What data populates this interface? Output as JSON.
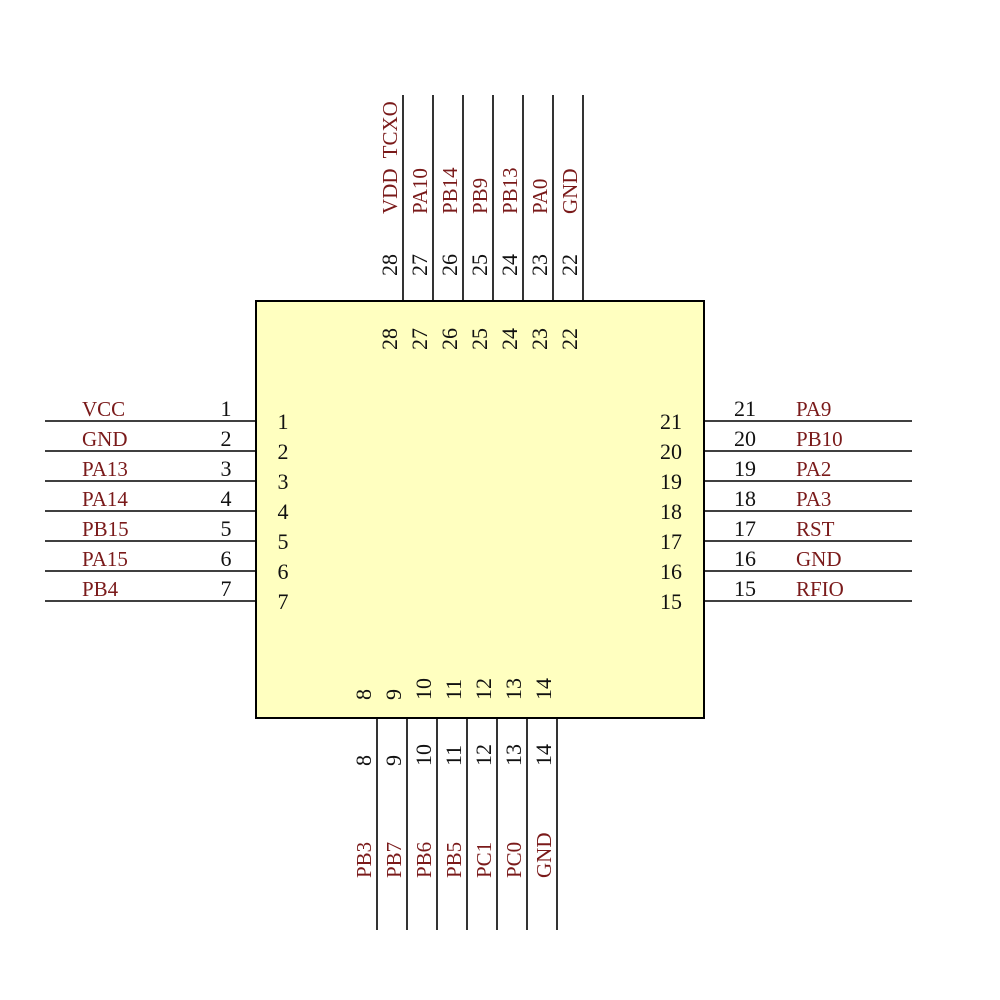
{
  "colors": {
    "body_fill": "#ffffc0",
    "outline": "#000000",
    "pin_label": "#7a1a1a",
    "pin_number": "#111111"
  },
  "chip": {
    "pins_left": [
      {
        "number": "1",
        "label": "VCC"
      },
      {
        "number": "2",
        "label": "GND"
      },
      {
        "number": "3",
        "label": "PA13"
      },
      {
        "number": "4",
        "label": "PA14"
      },
      {
        "number": "5",
        "label": "PB15"
      },
      {
        "number": "6",
        "label": "PA15"
      },
      {
        "number": "7",
        "label": "PB4"
      }
    ],
    "pins_bottom": [
      {
        "number": "8",
        "label": "PB3"
      },
      {
        "number": "9",
        "label": "PB7"
      },
      {
        "number": "10",
        "label": "PB6"
      },
      {
        "number": "11",
        "label": "PB5"
      },
      {
        "number": "12",
        "label": "PC1"
      },
      {
        "number": "13",
        "label": "PC0"
      },
      {
        "number": "14",
        "label": "GND"
      }
    ],
    "pins_right": [
      {
        "number": "15",
        "label": "RFIO"
      },
      {
        "number": "16",
        "label": "GND"
      },
      {
        "number": "17",
        "label": "RST"
      },
      {
        "number": "18",
        "label": "PA3"
      },
      {
        "number": "19",
        "label": "PA2"
      },
      {
        "number": "20",
        "label": "PB10"
      },
      {
        "number": "21",
        "label": "PA9"
      }
    ],
    "pins_top": [
      {
        "number": "22",
        "label": "GND"
      },
      {
        "number": "23",
        "label": "PA0"
      },
      {
        "number": "24",
        "label": "PB13"
      },
      {
        "number": "25",
        "label": "PB9"
      },
      {
        "number": "26",
        "label": "PB14"
      },
      {
        "number": "27",
        "label": "PA10"
      },
      {
        "number": "28",
        "label": "VDD  TCXO"
      }
    ]
  }
}
